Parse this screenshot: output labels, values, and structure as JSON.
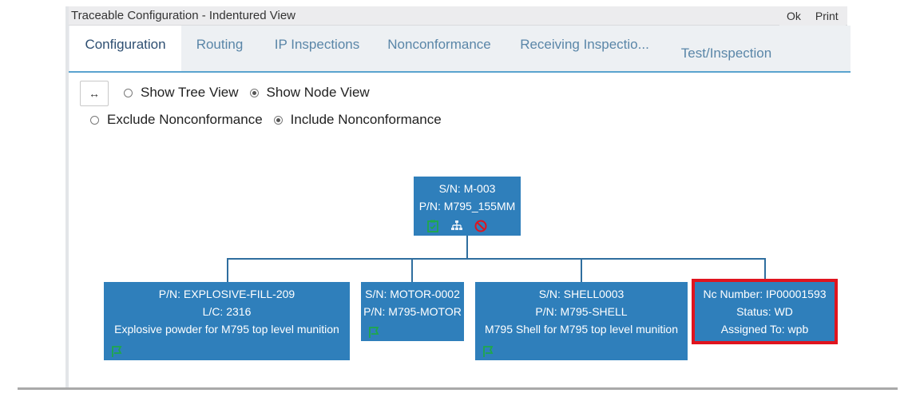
{
  "window": {
    "title": "Traceable Configuration - Indentured View",
    "actions": {
      "ok": "Ok",
      "print": "Print"
    }
  },
  "tabs": [
    {
      "label": "Configuration"
    },
    {
      "label": "Routing"
    },
    {
      "label": "IP Inspections"
    },
    {
      "label": "Nonconformance"
    },
    {
      "label": "Receiving Inspectio..."
    },
    {
      "label": "Test/Inspection"
    }
  ],
  "active_tab": "Configuration",
  "view_options": {
    "collapse_button": "↔",
    "show_tree_view": "Show Tree View",
    "show_node_view": "Show Node View",
    "selected_view": "Show Node View",
    "exclude_nonconformance": "Exclude Nonconformance",
    "include_nonconformance": "Include Nonconformance",
    "selected_nonconformance": "Include Nonconformance"
  },
  "tree": {
    "root": {
      "lines": [
        "S/N: M-003",
        "P/N: M795_155MM"
      ],
      "icons": [
        "clipboard-icon",
        "hierarchy-icon",
        "no-entry-icon"
      ]
    },
    "children": [
      {
        "lines": [
          "P/N: EXPLOSIVE-FILL-209",
          "L/C: 2316",
          "Explosive powder for M795 top level munition"
        ],
        "icons": [
          "flag-icon"
        ]
      },
      {
        "lines": [
          "S/N: MOTOR-0002",
          "P/N: M795-MOTOR"
        ],
        "icons": [
          "flag-icon"
        ]
      },
      {
        "lines": [
          "S/N: SHELL0003",
          "P/N: M795-SHELL",
          "M795 Shell for M795 top level munition"
        ],
        "icons": [
          "flag-icon"
        ]
      },
      {
        "lines": [
          "Nc Number: IP00001593",
          "Status: WD",
          "Assigned To: wpb"
        ],
        "icons": [],
        "highlighted": true
      }
    ]
  },
  "colors": {
    "node_fill": "#2f7fbb",
    "highlight": "#e0141e",
    "icon_green": "#1fa84a",
    "icon_red": "#e0141e"
  }
}
